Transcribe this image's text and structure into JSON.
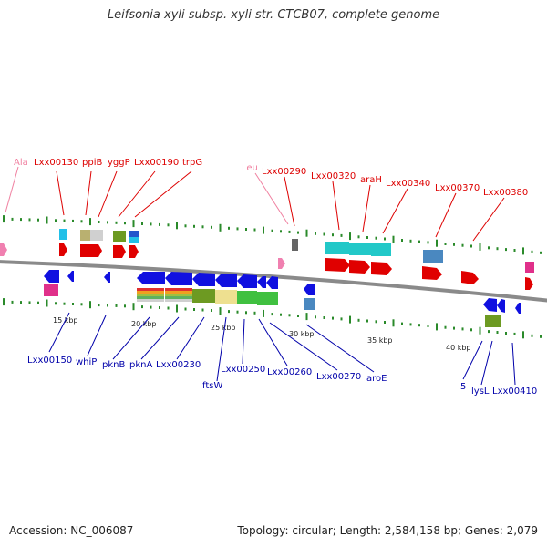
{
  "title": "Leifsonia xyli subsp. xyli str. CTCB07, complete genome",
  "accession": "Accession: NC_006087",
  "summary": "Topology: circular; Length: 2,584,158 bp; Genes: 2,079",
  "colors": {
    "forward_label": "#dd0000",
    "trna_label": "#f080a0",
    "reverse_label": "#0000aa",
    "backbone": "#8a8a8a",
    "tick": "#2a8a2a"
  },
  "ruler_labels": [
    "15 kbp",
    "20 kbp",
    "25 kbp",
    "30 kbp",
    "35 kbp",
    "40 kbp"
  ],
  "top_labels": [
    {
      "text": "Ala",
      "type": "trna"
    },
    {
      "text": "Lxx00130",
      "type": "gene"
    },
    {
      "text": "ppiB",
      "type": "gene"
    },
    {
      "text": "yggP",
      "type": "gene"
    },
    {
      "text": "Lxx00190",
      "type": "gene"
    },
    {
      "text": "trpG",
      "type": "gene"
    },
    {
      "text": "Leu",
      "type": "trna"
    },
    {
      "text": "Lxx00290",
      "type": "gene"
    },
    {
      "text": "Lxx00320",
      "type": "gene"
    },
    {
      "text": "araH",
      "type": "gene"
    },
    {
      "text": "Lxx00340",
      "type": "gene"
    },
    {
      "text": "Lxx00370",
      "type": "gene"
    },
    {
      "text": "Lxx00380",
      "type": "gene"
    }
  ],
  "bottom_labels": [
    "Lxx00150",
    "whiP",
    "pknB",
    "pknA",
    "Lxx00230",
    "ftsW",
    "Lxx00250",
    "Lxx00260",
    "Lxx00270",
    "aroE",
    "5",
    "lysL",
    "Lxx00410"
  ]
}
